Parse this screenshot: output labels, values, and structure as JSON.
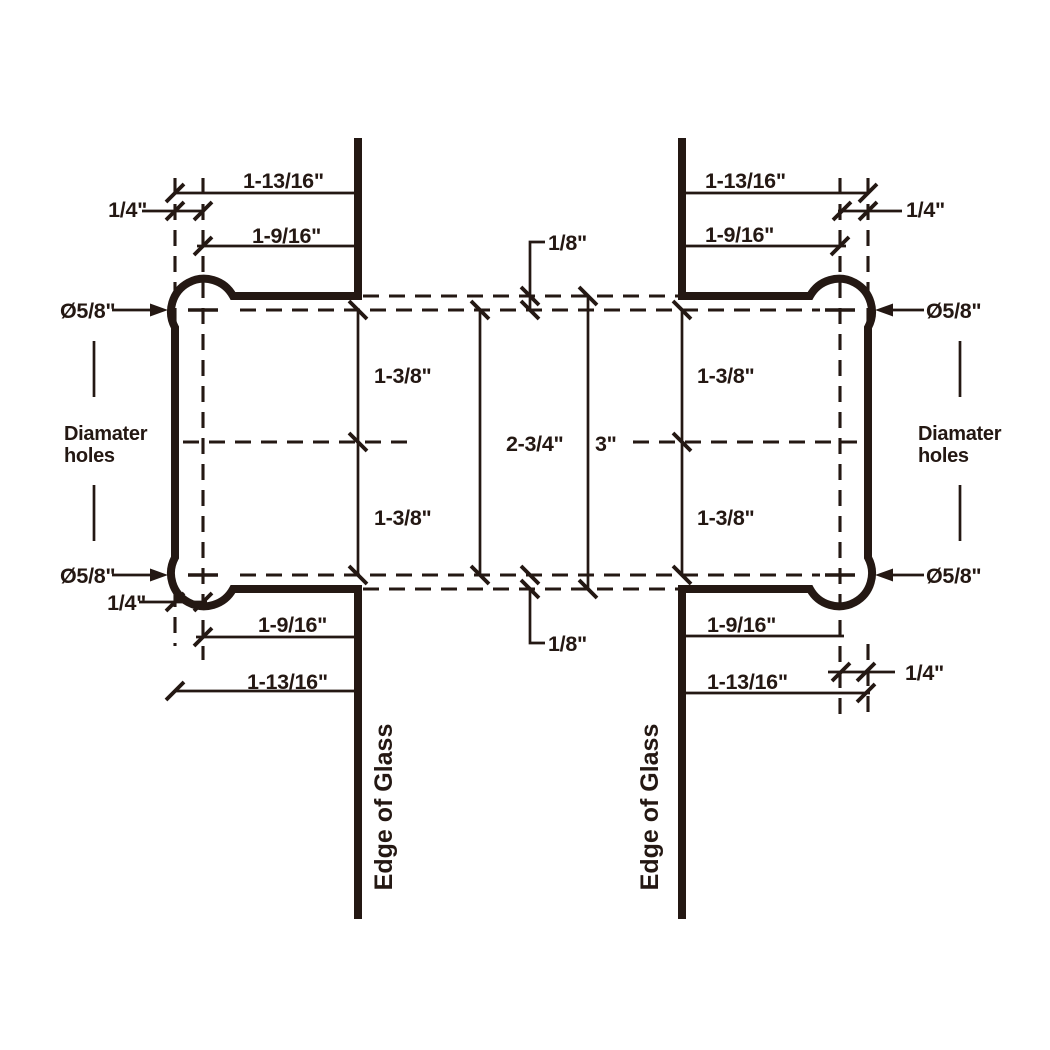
{
  "colors": {
    "ink": "#241813",
    "paper": "#ffffff"
  },
  "labels": {
    "left": {
      "dim_top_outer": "1-13/16\"",
      "dim_top_offset": "1/4\"",
      "dim_top_inner": "1-9/16\"",
      "hole_dia_top": "Ø5/8\"",
      "dia_note_line1": "Diamater",
      "dia_note_line2": "holes",
      "hole_dia_bottom": "Ø5/8\"",
      "dim_bottom_offset": "1/4\"",
      "dim_bottom_inner": "1-9/16\"",
      "dim_bottom_outer": "1-13/16\"",
      "dim_half_top": "1-3/8\"",
      "dim_half_bottom": "1-3/8\"",
      "edge_of_glass": "Edge of Glass"
    },
    "center": {
      "offset_top": "1/8\"",
      "offset_bottom": "1/8\"",
      "hole_spacing": "2-3/4\"",
      "overall": "3\""
    },
    "right": {
      "dim_top_outer": "1-13/16\"",
      "dim_top_offset": "1/4\"",
      "dim_top_inner": "1-9/16\"",
      "hole_dia_top": "Ø5/8\"",
      "dia_note_line1": "Diamater",
      "dia_note_line2": "holes",
      "hole_dia_bottom": "Ø5/8\"",
      "dim_bottom_offset": "1/4\"",
      "dim_bottom_inner": "1-9/16\"",
      "dim_bottom_outer": "1-13/16\"",
      "dim_half_top": "1-3/8\"",
      "dim_half_bottom": "1-3/8\"",
      "edge_of_glass": "Edge of Glass"
    }
  }
}
